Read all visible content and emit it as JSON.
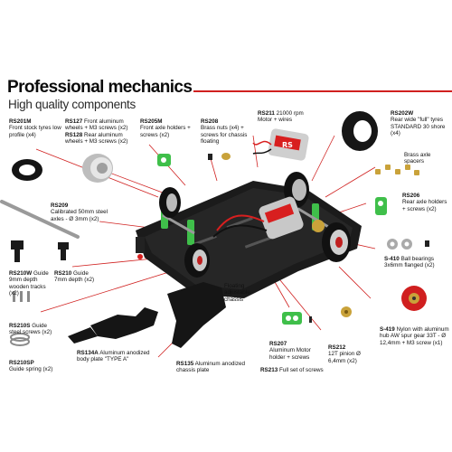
{
  "heading": {
    "title": "Professional mechanics",
    "subtitle": "High quality components"
  },
  "colors": {
    "accent": "#d0201f",
    "chassis": "#1b1b1b",
    "holder_green": "#3fbf4a",
    "gold": "#c9a23a"
  },
  "labels": {
    "rs201m": {
      "code": "RS201M",
      "text": "Front stock tyres low profile (x4)"
    },
    "rs127": {
      "code": "RS127",
      "text": "Front aluminum wheels + M3 screws (x2)"
    },
    "rs128": {
      "code": "RS128",
      "text": "Rear aluminum wheels + M3 screws (x2)"
    },
    "rs205m": {
      "code": "RS205M",
      "text": "Front axle holders + screws (x2)"
    },
    "rs208": {
      "code": "RS208",
      "text": "Brass nuts (x4) + screws for chassis floating"
    },
    "rs211": {
      "code": "RS211",
      "text": "21000 rpm Motor + wires"
    },
    "rs202w": {
      "code": "RS202W",
      "text": "Rear wide \"full\" tyres STANDARD 30 shore (x4)"
    },
    "brass_spacers": {
      "code": "",
      "text": "Brass axle spacers"
    },
    "rs209": {
      "code": "RS209",
      "text": "Calibrated 50mm steel axles - Ø 3mm (x2)"
    },
    "rs206": {
      "code": "RS206",
      "text": "Rear axle holders + screws (x2)"
    },
    "rs210w": {
      "code": "RS210W",
      "text": "Guide 9mm depth wooden tracks (x2)"
    },
    "rs210": {
      "code": "RS210",
      "text": "Guide 7mm depth (x2)"
    },
    "s410": {
      "code": "S-410",
      "text": "Ball bearings 3x6mm flanged (x2)"
    },
    "floating": {
      "code": "",
      "text": "Floating adjustable chassis"
    },
    "rs210s": {
      "code": "RS210S",
      "text": "Guide steel screws (x2)"
    },
    "rs207": {
      "code": "RS207",
      "text": "Aluminum Motor holder + screws"
    },
    "s419": {
      "code": "S-419",
      "text": "Nylon with aluminum hub AW spur gear 33T - Ø 12,4mm + M3 screw (x1)"
    },
    "rs210sp": {
      "code": "RS210SP",
      "text": "Guide spring (x2)"
    },
    "rs134a": {
      "code": "RS134A",
      "text": "Aluminum anodized body plate \"TYPE A\""
    },
    "rs212": {
      "code": "RS212",
      "text": "12T pinion Ø 6,4mm (x2)"
    },
    "rs135": {
      "code": "RS135",
      "text": "Aluminum anodized chassis plate"
    },
    "rs213": {
      "code": "RS213",
      "text": "Full set of screws"
    }
  },
  "motor_can_text": "RS"
}
